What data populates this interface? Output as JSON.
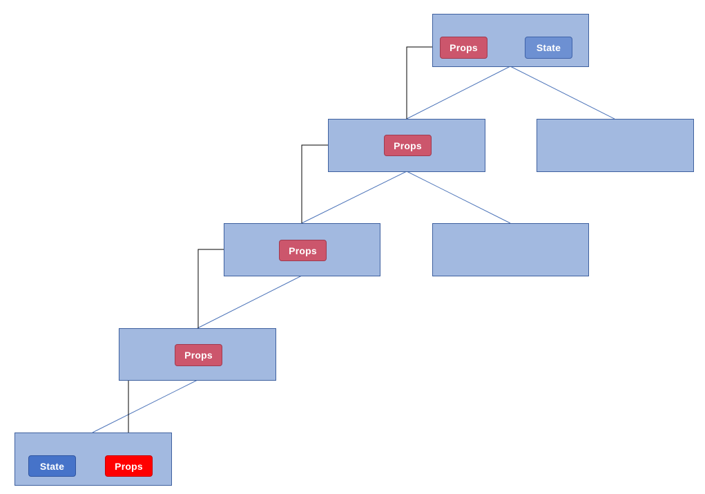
{
  "diagram": {
    "root": {
      "props_label": "Props",
      "state_label": "State"
    },
    "level1": {
      "props_label": "Props"
    },
    "level2": {
      "props_label": "Props"
    },
    "level3": {
      "props_label": "Props"
    },
    "leaf": {
      "state_label": "State",
      "props_label": "Props"
    },
    "colors": {
      "node_fill": "#a2b9e0",
      "node_border": "#3d5f9e",
      "tree_edge": "#4a72b8",
      "props_pill": "#cc566c",
      "props_pill_active": "#ff0000",
      "state_pill_root": "#6d90d2",
      "state_pill_leaf": "#4673c9",
      "flow_arrow": "#000000"
    }
  }
}
